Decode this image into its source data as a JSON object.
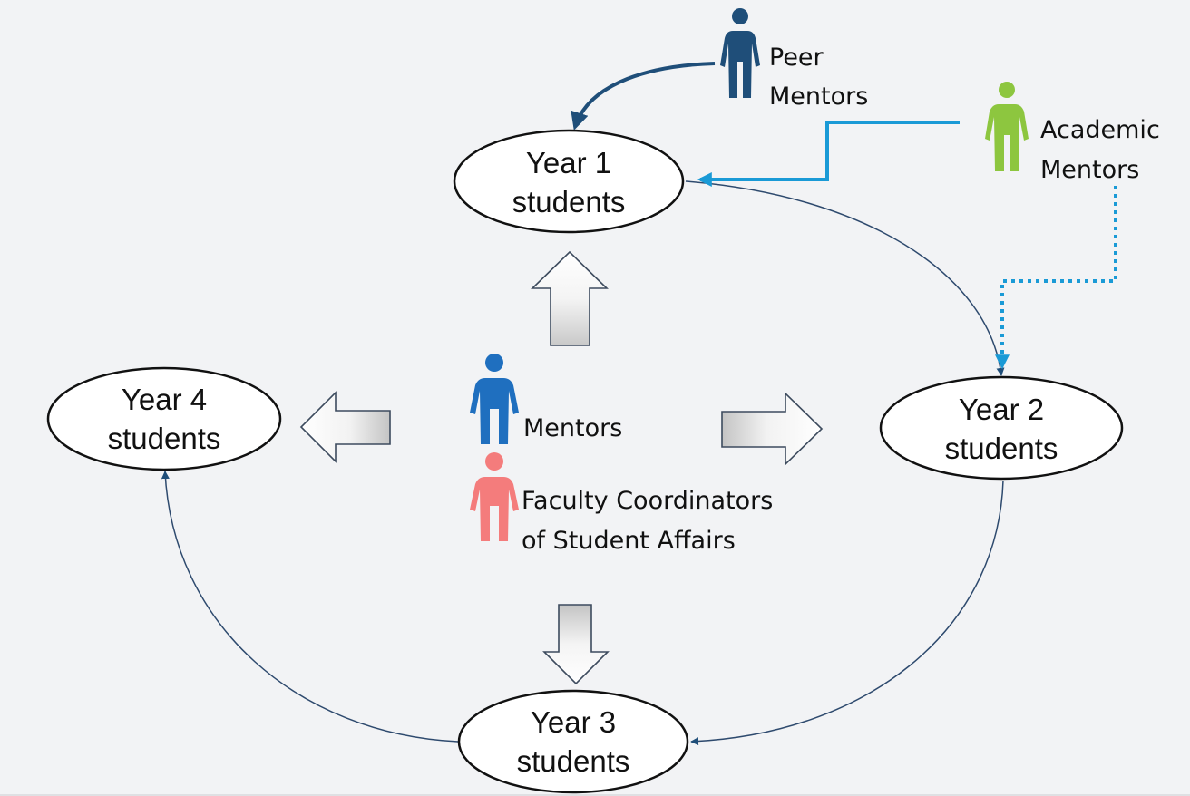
{
  "diagram": {
    "nodes": [
      {
        "id": "year1",
        "line1": "Year 1",
        "line2": "students"
      },
      {
        "id": "year2",
        "line1": "Year 2",
        "line2": "students"
      },
      {
        "id": "year3",
        "line1": "Year 3",
        "line2": "students"
      },
      {
        "id": "year4",
        "line1": "Year 4",
        "line2": "students"
      }
    ],
    "actors": {
      "peer_mentors": {
        "line1": "Peer",
        "line2": "Mentors",
        "color": "#1f4e79"
      },
      "academic_mentors": {
        "line1": "Academic",
        "line2": "Mentors",
        "color": "#8dc63f"
      },
      "mentors": {
        "label": "Mentors",
        "color": "#1f6fbf"
      },
      "faculty_coordinators": {
        "line1": "Faculty Coordinators",
        "line2": "of Student Affairs",
        "color": "#f47c7c"
      }
    },
    "connections": [
      {
        "from": "peer_mentors",
        "to": "year1",
        "style": "solid",
        "color": "#1f4e79"
      },
      {
        "from": "academic_mentors",
        "to": "year1",
        "style": "solid",
        "color": "#1a9ad6"
      },
      {
        "from": "academic_mentors",
        "to": "year2",
        "style": "dotted",
        "color": "#1a9ad6"
      },
      {
        "from": "year1",
        "to": "year2",
        "style": "thin",
        "color": "#2e4a6e"
      },
      {
        "from": "year2",
        "to": "year3",
        "style": "thin",
        "color": "#2e4a6e"
      },
      {
        "from": "year3",
        "to": "year4",
        "style": "thin",
        "color": "#2e4a6e"
      },
      {
        "from": "center",
        "to": "year1",
        "style": "block-arrow"
      },
      {
        "from": "center",
        "to": "year2",
        "style": "block-arrow"
      },
      {
        "from": "center",
        "to": "year3",
        "style": "block-arrow"
      },
      {
        "from": "center",
        "to": "year4",
        "style": "block-arrow"
      }
    ]
  }
}
